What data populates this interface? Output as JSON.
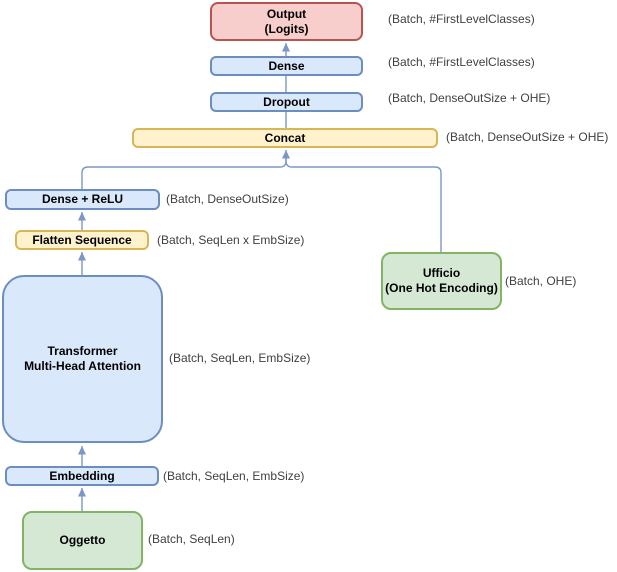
{
  "diagram": {
    "nodes": {
      "output": {
        "label": "Output\n(Logits)",
        "fill": "#f8cecc",
        "stroke": "#b85450"
      },
      "dense": {
        "label": "Dense",
        "fill": "#dae8fc",
        "stroke": "#6c8ebf"
      },
      "dropout": {
        "label": "Dropout",
        "fill": "#dae8fc",
        "stroke": "#6c8ebf"
      },
      "concat": {
        "label": "Concat",
        "fill": "#fff2cc",
        "stroke": "#d6b656"
      },
      "dense_relu": {
        "label": "Dense + ReLU",
        "fill": "#dae8fc",
        "stroke": "#6c8ebf"
      },
      "flatten": {
        "label": "Flatten Sequence",
        "fill": "#fff2cc",
        "stroke": "#d6b656"
      },
      "transformer": {
        "label": "Transformer\nMulti-Head Attention",
        "fill": "#dae8fc",
        "stroke": "#6c8ebf"
      },
      "embedding": {
        "label": "Embedding",
        "fill": "#dae8fc",
        "stroke": "#6c8ebf"
      },
      "oggetto": {
        "label": "Oggetto",
        "fill": "#d5e8d4",
        "stroke": "#82b366"
      },
      "ufficio": {
        "label": "Ufficio\n(One Hot Encoding)",
        "fill": "#d5e8d4",
        "stroke": "#82b366"
      }
    },
    "annotations": {
      "output_shape": "(Batch, #FirstLevelClasses)",
      "dense_shape": "(Batch, #FirstLevelClasses)",
      "dropout_shape": "(Batch, DenseOutSize + OHE)",
      "concat_shape": "(Batch, DenseOutSize + OHE)",
      "dense_relu_shape": "(Batch, DenseOutSize)",
      "flatten_shape": "(Batch, SeqLen x EmbSize)",
      "transformer_shape": "(Batch, SeqLen, EmbSize)",
      "embedding_shape": "(Batch, SeqLen, EmbSize)",
      "oggetto_shape": "(Batch, SeqLen)",
      "ufficio_shape": "(Batch, OHE)"
    },
    "colors": {
      "connector": "#7b97c6",
      "annotation_text": "#404040",
      "node_text": "#000000",
      "background": "#ffffff"
    }
  }
}
